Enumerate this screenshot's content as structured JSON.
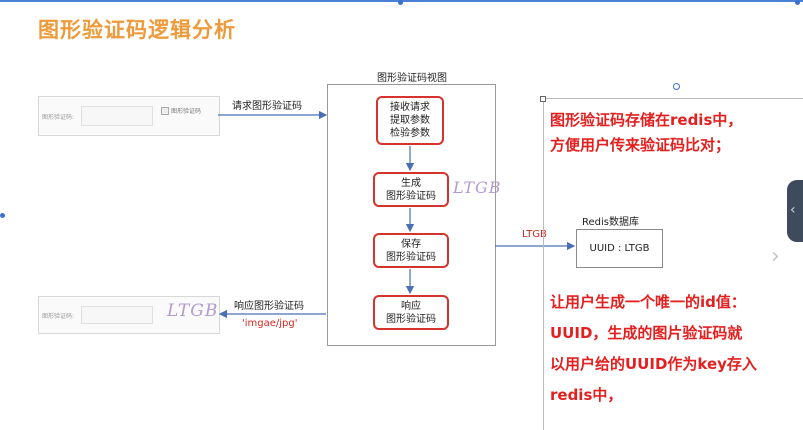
{
  "slide": {
    "title": "图形验证码逻辑分析"
  },
  "request_panel": {
    "field_label": "图形验证码:",
    "img_alt": "图形验证码"
  },
  "response_panel": {
    "field_label": "图形验证码:",
    "captcha_text": "LTGB"
  },
  "flow": {
    "request_label": "请求图形验证码",
    "response_label": "响应图形验证码",
    "mime_label": "'imgae/jpg'",
    "to_redis_label": "LTGB"
  },
  "view": {
    "title": "图形验证码视图",
    "steps": [
      {
        "line1": "接收请求",
        "line2": "提取参数",
        "line3": "检验参数"
      },
      {
        "line1": "生成",
        "line2": "图形验证码"
      },
      {
        "line1": "保存",
        "line2": "图形验证码"
      },
      {
        "line1": "响应",
        "line2": "图形验证码"
      }
    ],
    "captcha_text": "LTGB"
  },
  "redis": {
    "title": "Redis数据库",
    "entry": "UUID : LTGB"
  },
  "notes": {
    "lines1": [
      "图形验证码存储在redis中，",
      "方便用户传来验证码比对；"
    ],
    "lines2": [
      "让用户生成一个唯一的id值：",
      "UUID，生成的图片验证码就",
      "以用户给的UUID作为key存入",
      "redis中，"
    ]
  },
  "colors": {
    "title": "#ef9a3a",
    "note": "#e3201f",
    "step_border": "#d4342c",
    "arrow": "#4a6fb5"
  }
}
